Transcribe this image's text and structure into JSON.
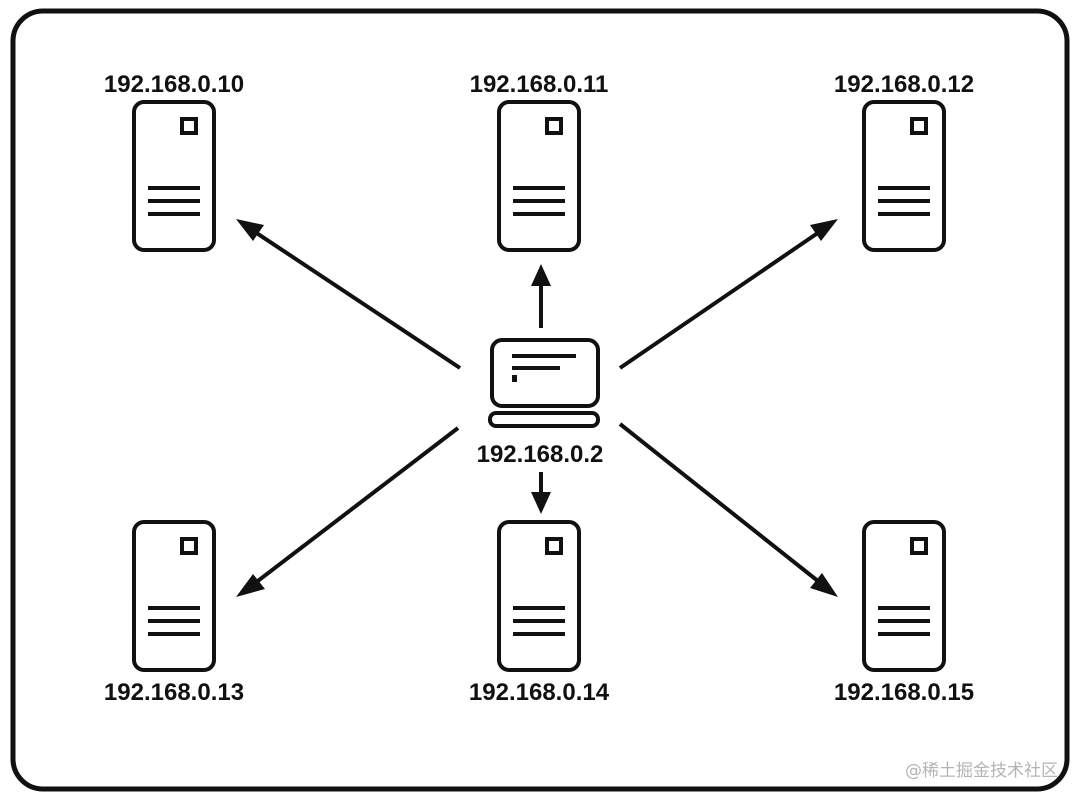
{
  "colors": {
    "stroke": "#111111",
    "background": "#ffffff",
    "watermark": "#b4b4b4"
  },
  "source_host": {
    "ip": "192.168.0.2",
    "icon": "laptop-icon"
  },
  "servers": [
    {
      "ip": "192.168.0.10",
      "icon": "server-icon"
    },
    {
      "ip": "192.168.0.11",
      "icon": "server-icon"
    },
    {
      "ip": "192.168.0.12",
      "icon": "server-icon"
    },
    {
      "ip": "192.168.0.13",
      "icon": "server-icon"
    },
    {
      "ip": "192.168.0.14",
      "icon": "server-icon"
    },
    {
      "ip": "192.168.0.15",
      "icon": "server-icon"
    }
  ],
  "watermark": "@稀土掘金技术社区"
}
